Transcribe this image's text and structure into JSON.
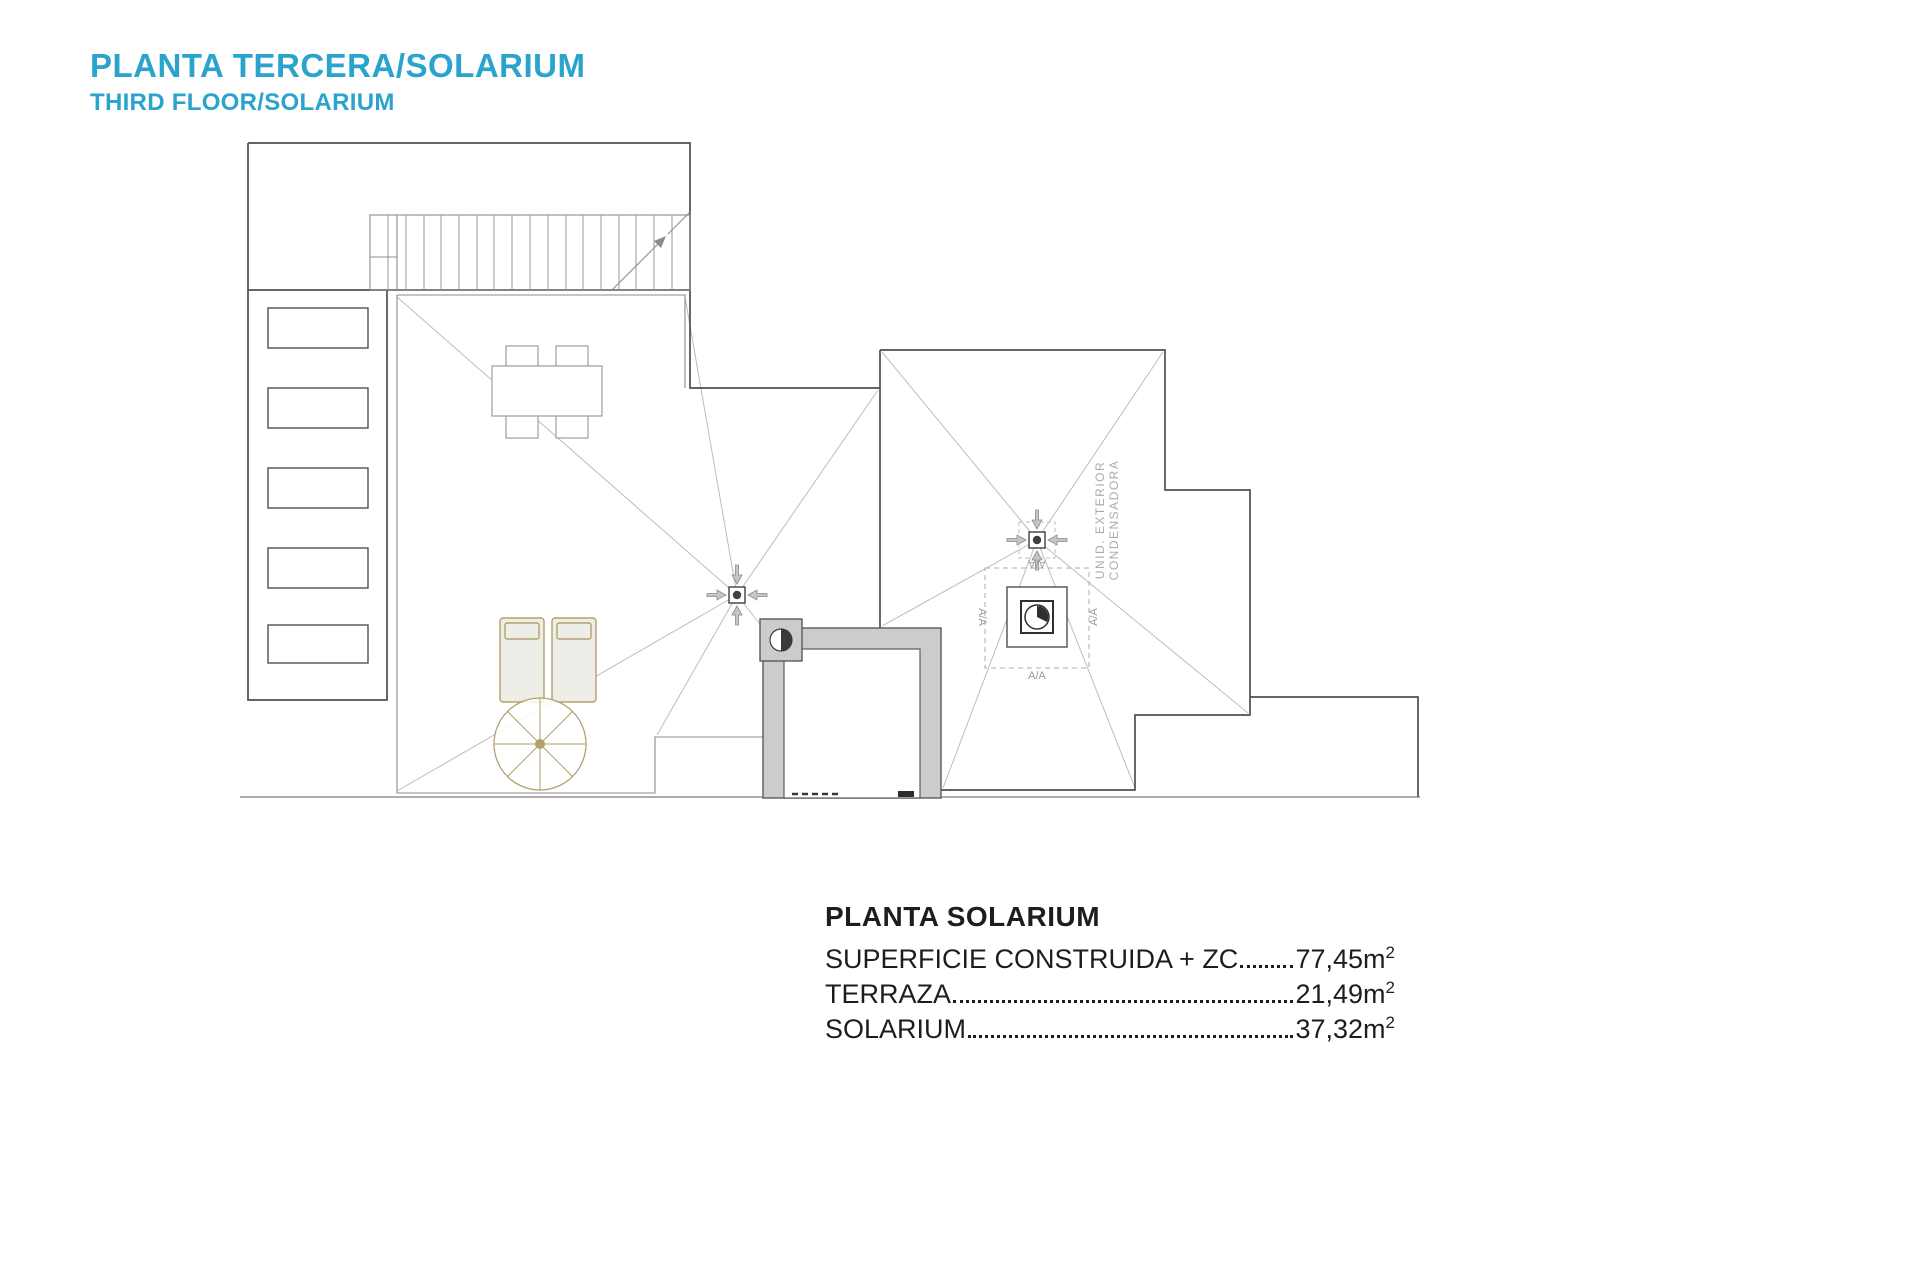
{
  "header": {
    "title": "PLANTA TERCERA/SOLARIUM",
    "subtitle": "THIRD FLOOR/SOLARIUM",
    "accent_color": "#2aa3cd"
  },
  "plan": {
    "ac_unit_label_line1": "UNID. EXTERIOR",
    "ac_unit_label_line2": "CONDENSADORA",
    "ac_clearance_label": "A/A"
  },
  "legend": {
    "heading": "PLANTA SOLARIUM",
    "rows": [
      {
        "label": "SUPERFICIE CONSTRUIDA + ZC",
        "value": "77,45",
        "unit": "m",
        "sup": "2"
      },
      {
        "label": "TERRAZA",
        "value": "21,49",
        "unit": "m",
        "sup": "2"
      },
      {
        "label": "SOLARIUM",
        "value": "37,32",
        "unit": "m",
        "sup": "2"
      }
    ]
  }
}
